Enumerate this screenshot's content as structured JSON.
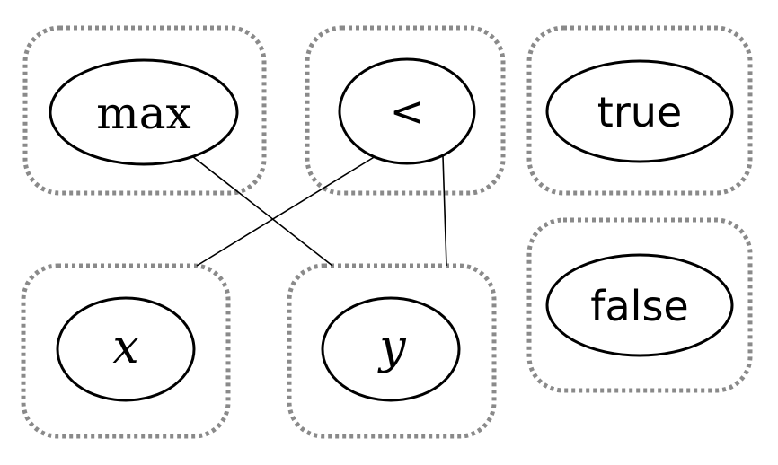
{
  "nodes": {
    "max": {
      "label": "max"
    },
    "less_than": {
      "label": "<"
    },
    "true": {
      "label": "true"
    },
    "false": {
      "label": "false"
    },
    "x": {
      "label": "x"
    },
    "y": {
      "label": "y"
    }
  },
  "edges": [
    {
      "from": "max",
      "to": "y"
    },
    {
      "from": "less_than",
      "to": "x"
    },
    {
      "from": "less_than",
      "to": "y"
    }
  ],
  "colors": {
    "group_border": "#8a8a8a",
    "node_border": "#000000",
    "edge": "#000000",
    "background": "#ffffff"
  }
}
